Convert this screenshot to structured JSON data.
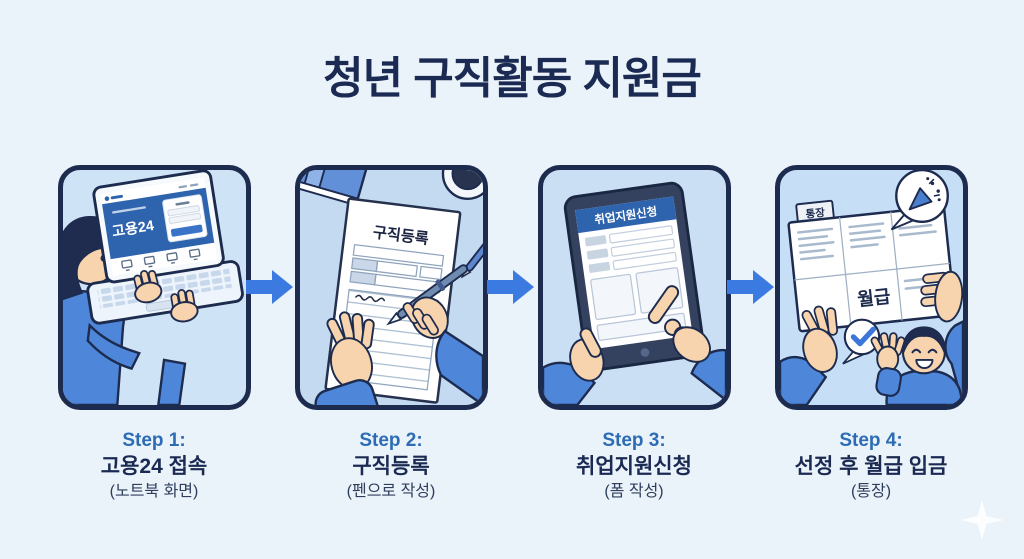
{
  "title": "청년 구직활동 지원금",
  "steps": [
    {
      "label": "Step 1:",
      "title": "고용24 접속",
      "subtitle": "(노트북 화면)"
    },
    {
      "label": "Step 2:",
      "title": "구직등록",
      "subtitle": "(펜으로 작성)"
    },
    {
      "label": "Step 3:",
      "title": "취업지원신청",
      "subtitle": "(폼 작성)"
    },
    {
      "label": "Step 4:",
      "title": "선정 후 월급 입금",
      "subtitle": "(통장)"
    }
  ],
  "illustrations": {
    "laptop_site_title": "고용24",
    "form_title": "구직등록",
    "tablet_app_title": "취업지원신청",
    "bankbook_tab": "통장",
    "bankbook_entry": "월급"
  },
  "icons": {
    "between_steps": "right-arrow-icon",
    "celebration": "party-popper-icon",
    "success": "check-icon",
    "decor": "sparkle-icon"
  },
  "colors": {
    "background": "#eaf2fa",
    "panel_background": "#cadff4",
    "outline_navy": "#1d2b4e",
    "title_navy": "#1b2a52",
    "step_label_blue": "#2d6cb4",
    "arrow_blue": "#3b7ae0",
    "illustration_blue": "#4e86d9",
    "website_blue": "#2e63ad",
    "skin": "#f7d3ae"
  }
}
